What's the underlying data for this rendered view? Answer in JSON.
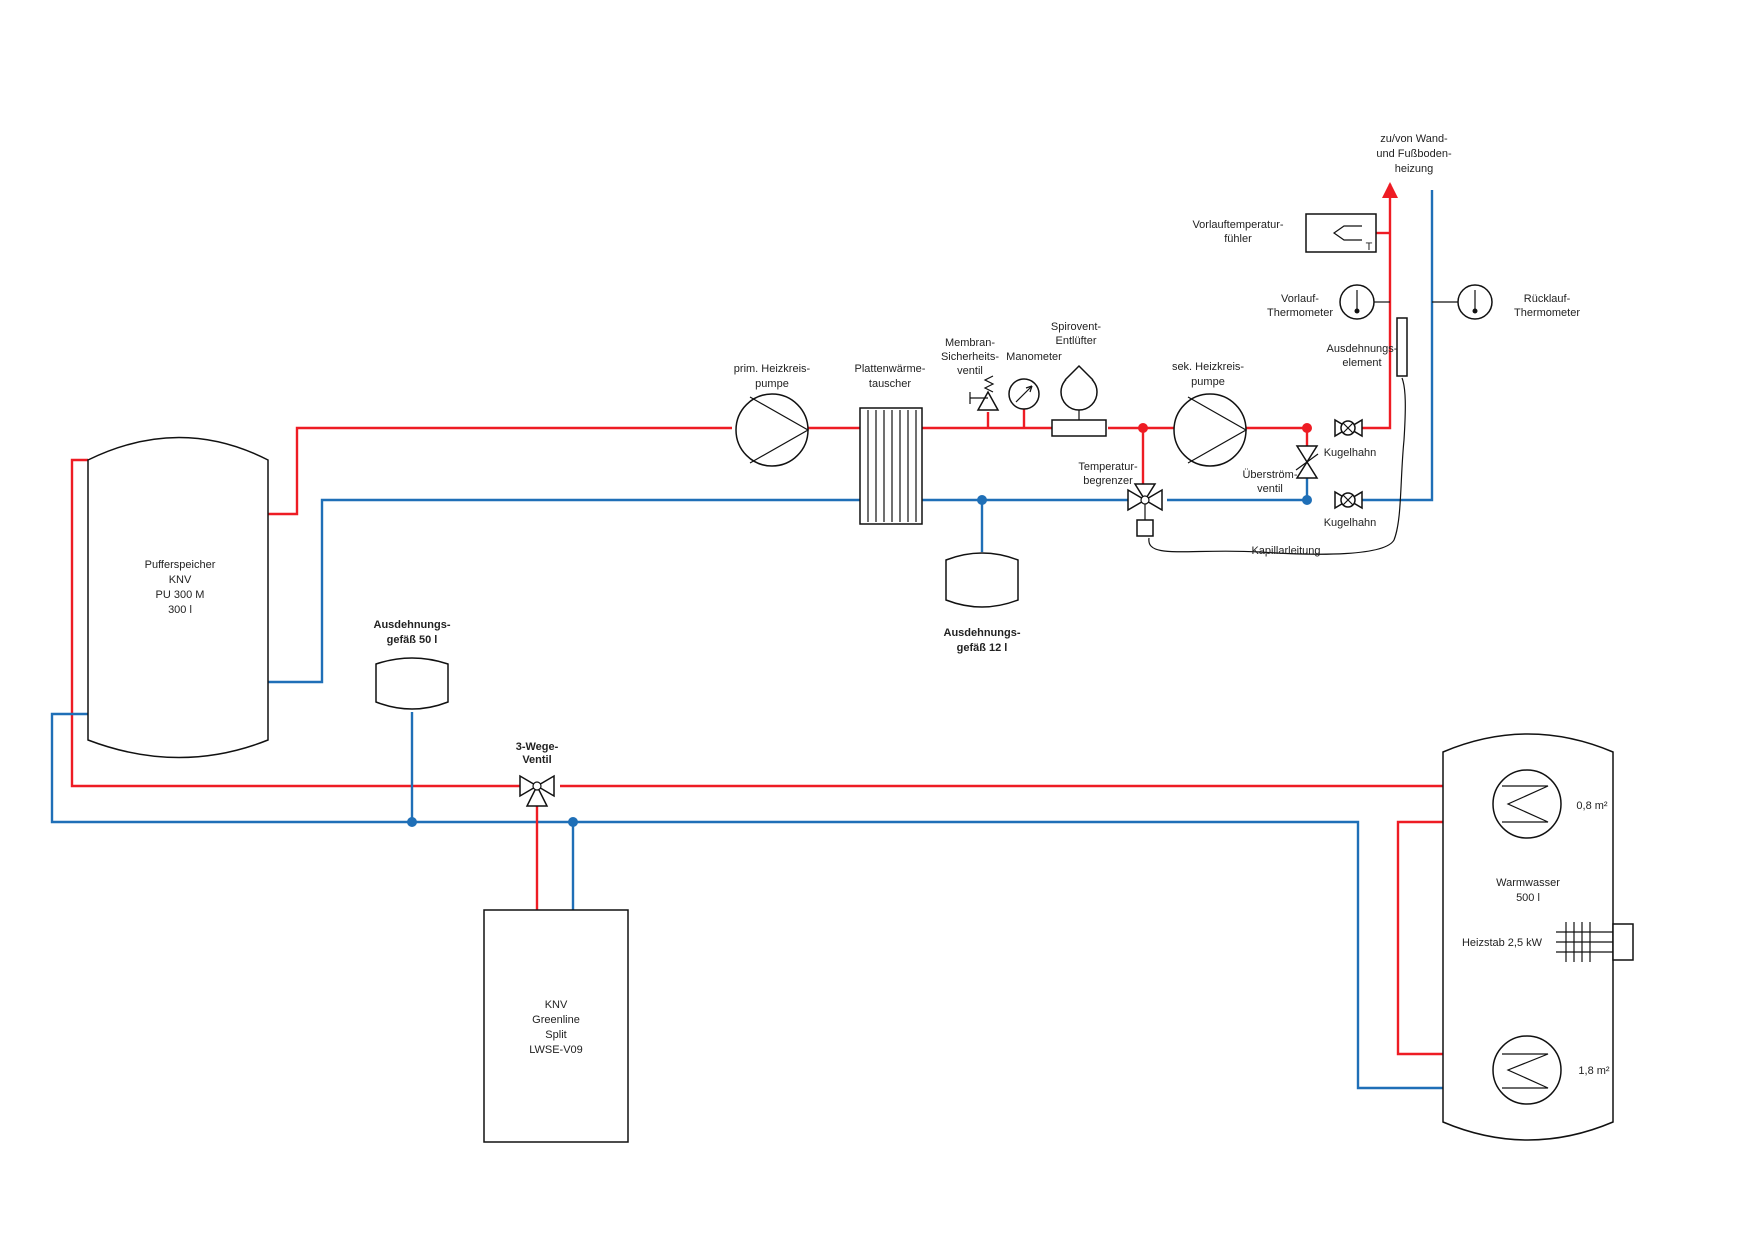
{
  "colors": {
    "supply": "#ee1c24",
    "return": "#1f6fb7",
    "outline": "#111111"
  },
  "labels": {
    "buffer_l1": "Pufferspeicher",
    "buffer_l2": "KNV",
    "buffer_l3": "PU 300 M",
    "buffer_l4": "300 l",
    "expvessel50_l1": "Ausdehnungs-",
    "expvessel50_l2": "gefäß 50 l",
    "valve3_l1": "3-Wege-",
    "valve3_l2": "Ventil",
    "hp_l1": "KNV",
    "hp_l2": "Greenline",
    "hp_l3": "Split",
    "hp_l4": "LWSE-V09",
    "ppump_l1": "prim. Heizkreis-",
    "ppump_l2": "pumpe",
    "phe_l1": "Plattenwärme-",
    "phe_l2": "tauscher",
    "msv_l1": "Membran-",
    "msv_l2": "Sicherheits-",
    "msv_l3": "ventil",
    "manometer": "Manometer",
    "spirovent_l1": "Spirovent-",
    "spirovent_l2": "Entlüfter",
    "spump_l1": "sek. Heizkreis-",
    "spump_l2": "pumpe",
    "expvessel12_l1": "Ausdehnungs-",
    "expvessel12_l2": "gefäß 12 l",
    "templim_l1": "Temperatur-",
    "templim_l2": "begrenzer",
    "overflow_l1": "Überström-",
    "overflow_l2": "ventil",
    "ballvalve_top": "Kugelhahn",
    "ballvalve_bottom": "Kugelhahn",
    "capillary": "Kapillarleitung",
    "expelem_l1": "Ausdehnungs-",
    "expelem_l2": "element",
    "supplythermo_l1": "Vorlauf-",
    "supplythermo_l2": "Thermometer",
    "returnthermo_l1": "Rücklauf-",
    "returnthermo_l2": "Thermometer",
    "sensor_l1": "Vorlauftemperatur-",
    "sensor_l2": "fühler",
    "sensor_t": "T",
    "floor_l1": "zu/von Wand-",
    "floor_l2": "und Fußboden-",
    "floor_l3": "heizung",
    "dhw_l1": "Warmwasser",
    "dhw_l2": "500 l",
    "coil_top": "0,8 m²",
    "coil_bottom": "1,8 m²",
    "heater": "Heizstab 2,5 kW"
  }
}
